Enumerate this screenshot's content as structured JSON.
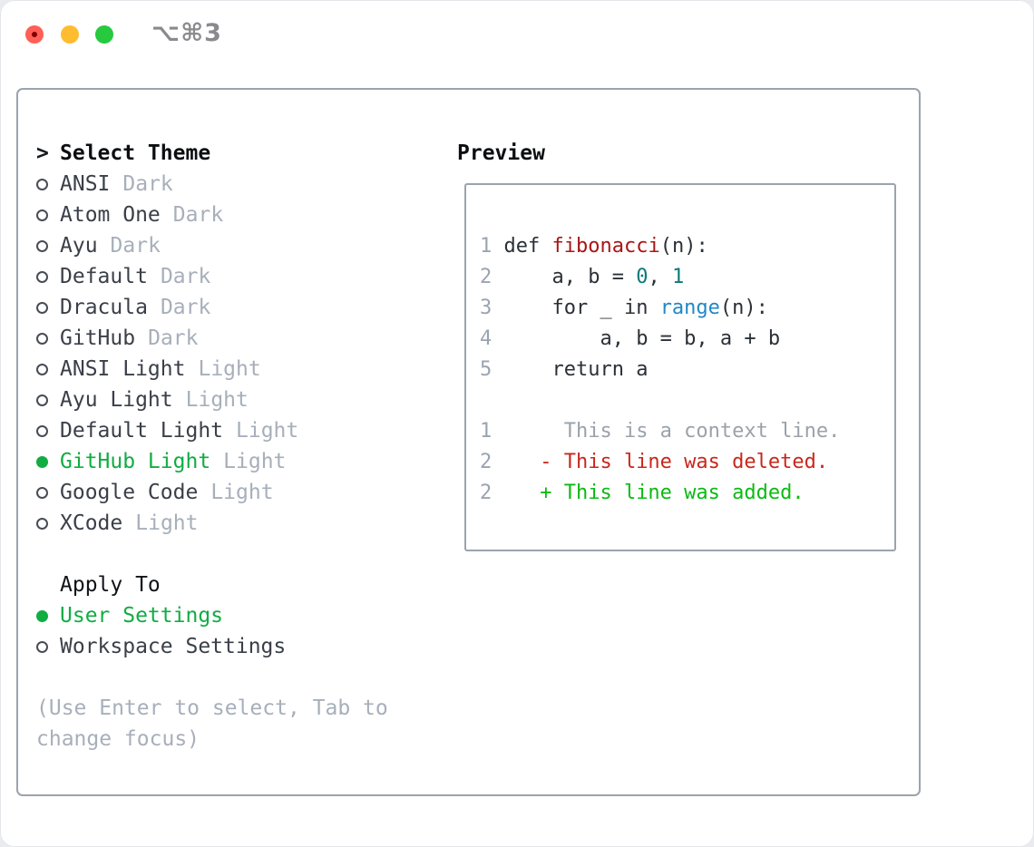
{
  "window": {
    "title": "⌥⌘3"
  },
  "left_panel": {
    "prompt": ">",
    "title": "Select Theme",
    "themes": [
      {
        "name": "ANSI",
        "variant": "Dark",
        "selected": false
      },
      {
        "name": "Atom One",
        "variant": "Dark",
        "selected": false
      },
      {
        "name": "Ayu",
        "variant": "Dark",
        "selected": false
      },
      {
        "name": "Default",
        "variant": "Dark",
        "selected": false
      },
      {
        "name": "Dracula",
        "variant": "Dark",
        "selected": false
      },
      {
        "name": "GitHub",
        "variant": "Dark",
        "selected": false
      },
      {
        "name": "ANSI Light",
        "variant": "Light",
        "selected": false
      },
      {
        "name": "Ayu Light",
        "variant": "Light",
        "selected": false
      },
      {
        "name": "Default Light",
        "variant": "Light",
        "selected": false
      },
      {
        "name": "GitHub Light",
        "variant": "Light",
        "selected": true
      },
      {
        "name": "Google Code",
        "variant": "Light",
        "selected": false
      },
      {
        "name": "XCode",
        "variant": "Light",
        "selected": false
      }
    ],
    "apply_to": {
      "title": "Apply To",
      "options": [
        {
          "label": "User Settings",
          "selected": true
        },
        {
          "label": "Workspace Settings",
          "selected": false
        }
      ]
    },
    "hint": "(Use Enter to select, Tab to change focus)"
  },
  "preview": {
    "title": "Preview",
    "lines": [
      {
        "num": "1",
        "s0": " def ",
        "s1": "fibonacci",
        "s2": "(n):"
      },
      {
        "num": "2",
        "s0": "     a, b = ",
        "s1": "0",
        "s2": ", ",
        "s3": "1"
      },
      {
        "num": "3",
        "s0": "     for _ in ",
        "s1": "range",
        "s2": "(n):"
      },
      {
        "num": "4",
        "s0": "         a, b = b, a + b"
      },
      {
        "num": "5",
        "s0": "     return a"
      },
      {
        "num": "",
        "s0": ""
      },
      {
        "num": "1",
        "s0": "      This is a context line."
      },
      {
        "num": "2",
        "s0": "    - This line was deleted."
      },
      {
        "num": "2",
        "s0": "    + This line was added."
      }
    ]
  },
  "colors": {
    "selection_green": "#10ad42",
    "diff_added_green": "#0cba12",
    "diff_deleted_red": "#c9271c",
    "context_gray": "#9aa2ab",
    "function_red": "#a81616",
    "number_teal": "#0b7979",
    "builtin_blue": "#2188c6",
    "muted_gray": "#a7afba",
    "line_number_gray": "#9aa4b1",
    "border_gray": "#9ba3ae",
    "titlebar_text_gray": "#8a8a8e",
    "traffic_red": "#ff5f57",
    "traffic_yellow": "#febc2e",
    "traffic_green": "#27c93f"
  }
}
